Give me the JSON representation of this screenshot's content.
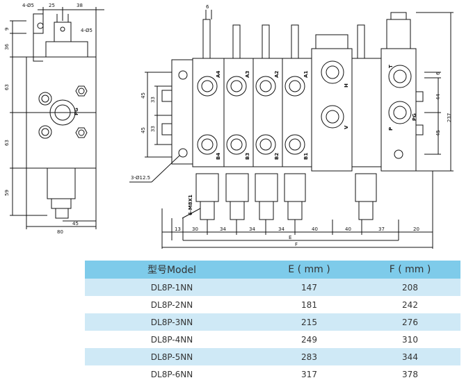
{
  "drawing": {
    "side_view": {
      "dims_top": [
        "4-Ø5",
        "25",
        "38"
      ],
      "dim_right_label": "4-Ø5",
      "dims_left": [
        "9",
        "36",
        "63",
        "63",
        "59"
      ],
      "dims_bottom": [
        "80",
        "45"
      ],
      "port_label": "PG"
    },
    "front_view": {
      "dim_top": "6",
      "work_ports_top": [
        "A4",
        "A3",
        "A2",
        "A1"
      ],
      "work_ports_bottom": [
        "B4",
        "B3",
        "B2",
        "B1"
      ],
      "inlet_ports": [
        "H",
        "V"
      ],
      "pressure_ports": [
        "T",
        "P",
        "PG"
      ],
      "dims_left": [
        "45",
        "33",
        "33",
        "45"
      ],
      "dims_right": [
        "6",
        "44",
        "45",
        "237"
      ],
      "bolt_label": "3-Ø12.5",
      "thread_label": "6-M8X1",
      "dims_bottom_chain": [
        "13",
        "30",
        "34",
        "34",
        "34",
        "40",
        "40",
        "37",
        "20"
      ],
      "dim_E": "E",
      "dim_F": "F"
    }
  },
  "table": {
    "headers": [
      "型号Model",
      "E ( mm )",
      "F ( mm )"
    ],
    "rows": [
      [
        "DL8P-1NN",
        "147",
        "208"
      ],
      [
        "DL8P-2NN",
        "181",
        "242"
      ],
      [
        "DL8P-3NN",
        "215",
        "276"
      ],
      [
        "DL8P-4NN",
        "249",
        "310"
      ],
      [
        "DL8P-5NN",
        "283",
        "344"
      ],
      [
        "DL8P-6NN",
        "317",
        "378"
      ]
    ]
  }
}
